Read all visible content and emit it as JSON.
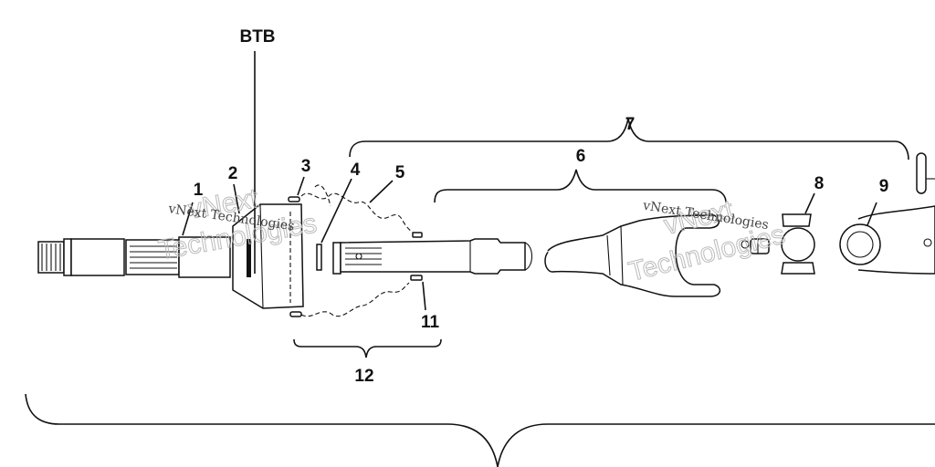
{
  "diagram": {
    "type": "exploded-parts-view",
    "subject": "drive axle shaft assembly",
    "callouts": [
      {
        "id": "btb",
        "label": "BTB"
      },
      {
        "id": "1",
        "label": "1"
      },
      {
        "id": "2",
        "label": "2"
      },
      {
        "id": "3",
        "label": "3"
      },
      {
        "id": "4",
        "label": "4"
      },
      {
        "id": "5",
        "label": "5"
      },
      {
        "id": "6",
        "label": "6"
      },
      {
        "id": "7",
        "label": "7"
      },
      {
        "id": "8",
        "label": "8"
      },
      {
        "id": "9",
        "label": "9"
      },
      {
        "id": "11",
        "label": "11"
      },
      {
        "id": "12",
        "label": "12"
      }
    ],
    "groups": [
      {
        "label": "7",
        "contains": [
          "4",
          "5",
          "6",
          "8",
          "9"
        ]
      },
      {
        "label": "6",
        "contains": [
          "shaft",
          "yoke"
        ]
      },
      {
        "label": "12",
        "contains": [
          "3",
          "5",
          "11"
        ]
      }
    ],
    "watermark": {
      "line1": "vNext Technologies",
      "line2a": "vNext",
      "line2b": "Technologies"
    }
  }
}
